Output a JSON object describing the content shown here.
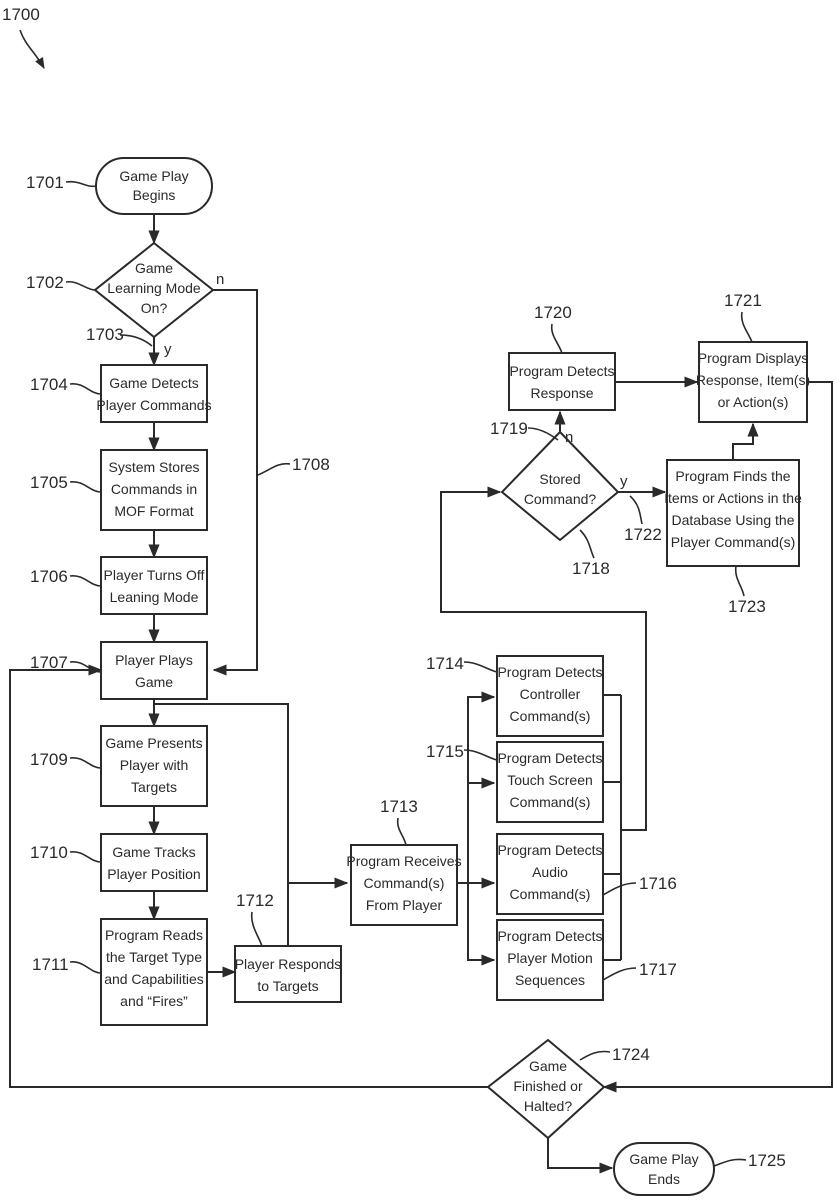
{
  "figure": {
    "number": "1700"
  },
  "nodes": {
    "n1701": {
      "ref": "1701",
      "type": "terminal",
      "lines": [
        "Game Play",
        "Begins"
      ]
    },
    "n1702": {
      "ref": "1702",
      "type": "decision",
      "lines": [
        "Game",
        "Learning Mode",
        "On?"
      ]
    },
    "n1704": {
      "ref": "1704",
      "type": "process",
      "lines": [
        "Game Detects",
        "Player Commands"
      ]
    },
    "n1705": {
      "ref": "1705",
      "type": "process",
      "lines": [
        "System Stores",
        "Commands in",
        "MOF Format"
      ]
    },
    "n1706": {
      "ref": "1706",
      "type": "process",
      "lines": [
        "Player Turns Off",
        "Leaning Mode"
      ]
    },
    "n1707": {
      "ref": "1707",
      "type": "process",
      "lines": [
        "Player Plays",
        "Game"
      ]
    },
    "n1709": {
      "ref": "1709",
      "type": "process",
      "lines": [
        "Game Presents",
        "Player with",
        "Targets"
      ]
    },
    "n1710": {
      "ref": "1710",
      "type": "process",
      "lines": [
        "Game Tracks",
        "Player Position"
      ]
    },
    "n1711": {
      "ref": "1711",
      "type": "process",
      "lines": [
        "Program Reads",
        "the Target Type",
        "and Capabilities",
        "and “Fires”"
      ]
    },
    "n1712": {
      "ref": "1712",
      "type": "process",
      "lines": [
        "Player Responds",
        "to Targets"
      ]
    },
    "n1713": {
      "ref": "1713",
      "type": "process",
      "lines": [
        "Program Receives",
        "Command(s)",
        "From Player"
      ]
    },
    "n1714": {
      "ref": "1714",
      "type": "process",
      "lines": [
        "Program Detects",
        "Controller",
        "Command(s)"
      ]
    },
    "n1715": {
      "ref": "1715",
      "type": "process",
      "lines": [
        "Program Detects",
        "Touch Screen",
        "Command(s)"
      ]
    },
    "n1716": {
      "ref": "1716",
      "type": "process",
      "lines": [
        "Program Detects",
        "Audio",
        "Command(s)"
      ]
    },
    "n1717": {
      "ref": "1717",
      "type": "process",
      "lines": [
        "Program Detects",
        "Player Motion",
        "Sequences"
      ]
    },
    "n1718": {
      "ref": "1718",
      "type": "decision",
      "lines": [
        "Stored",
        "Command?"
      ]
    },
    "n1720": {
      "ref": "1720",
      "type": "process",
      "lines": [
        "Program Detects",
        "Response"
      ]
    },
    "n1721": {
      "ref": "1721",
      "type": "process",
      "lines": [
        "Program Displays",
        "Response, Item(s)",
        "or Action(s)"
      ]
    },
    "n1723": {
      "ref": "1723",
      "type": "process",
      "lines": [
        "Program Finds the",
        "Items or Actions in the",
        "Database Using the",
        "Player Command(s)"
      ]
    },
    "n1724": {
      "ref": "1724",
      "type": "decision",
      "lines": [
        "Game",
        "Finished or",
        "Halted?"
      ]
    },
    "n1725": {
      "ref": "1725",
      "type": "terminal",
      "lines": [
        "Game Play",
        "Ends"
      ]
    }
  },
  "connector_refs": {
    "r1703": "1703",
    "r1708": "1708",
    "r1719": "1719",
    "r1722": "1722"
  },
  "branch_labels": {
    "b1702_yes": "y",
    "b1702_no": "n",
    "b1718_yes": "y",
    "b1718_no": "n"
  }
}
